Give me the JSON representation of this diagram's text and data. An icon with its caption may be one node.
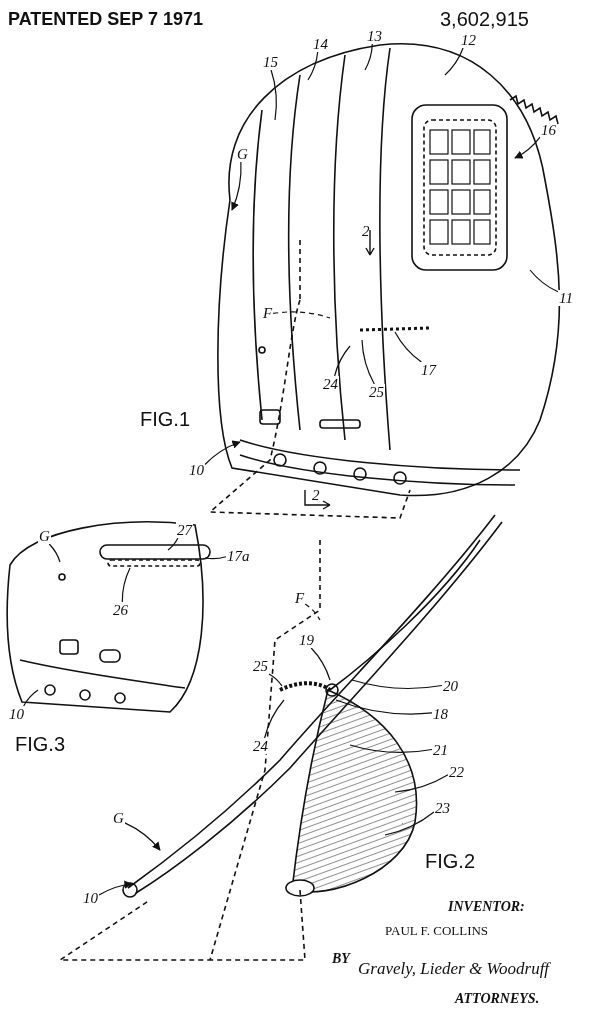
{
  "diagram": {
    "nodes": [
      {
        "text": [
          "G"
        ]
      },
      {
        "text": [
          "15"
        ]
      },
      {
        "text": [
          "14"
        ]
      },
      {
        "text": [
          "13"
        ]
      },
      {
        "text": [
          "12"
        ]
      },
      {
        "text": [
          "16"
        ]
      },
      {
        "text": [
          "11"
        ]
      },
      {
        "text": [
          "F"
        ]
      },
      {
        "text": [
          "17"
        ]
      },
      {
        "text": [
          "24"
        ]
      },
      {
        "text": [
          "25"
        ]
      },
      {
        "text": [
          "10"
        ]
      },
      {
        "text": [
          "G"
        ]
      },
      {
        "text": [
          "27"
        ]
      },
      {
        "text": [
          "17a"
        ]
      },
      {
        "text": [
          "26"
        ]
      },
      {
        "text": [
          "10"
        ]
      },
      {
        "text": [
          "F"
        ]
      },
      {
        "text": [
          "19"
        ]
      },
      {
        "text": [
          "25"
        ]
      },
      {
        "text": [
          "20"
        ]
      },
      {
        "text": [
          "18"
        ]
      },
      {
        "text": [
          "24"
        ]
      },
      {
        "text": [
          "21"
        ]
      },
      {
        "text": [
          "22"
        ]
      },
      {
        "text": [
          "23"
        ]
      },
      {
        "text": [
          "G"
        ]
      },
      {
        "text": [
          "10"
        ]
      }
    ],
    "edges": [
      {
        "from": 0,
        "to": null,
        "arrow": "to"
      },
      {
        "from": 1,
        "to": null,
        "arrow": "none"
      },
      {
        "from": 2,
        "to": null,
        "arrow": "none"
      },
      {
        "from": 3,
        "to": null,
        "arrow": "none"
      },
      {
        "from": 4,
        "to": null,
        "arrow": "none"
      },
      {
        "from": 5,
        "to": null,
        "arrow": "to"
      },
      {
        "from": 6,
        "to": null,
        "arrow": "none"
      },
      {
        "from": 7,
        "to": null,
        "arrow": "none",
        "style": "dashed"
      },
      {
        "from": 8,
        "to": null,
        "arrow": "none"
      },
      {
        "from": 9,
        "to": null,
        "arrow": "none"
      },
      {
        "from": 10,
        "to": null,
        "arrow": "none"
      },
      {
        "from": 11,
        "to": null,
        "arrow": "to"
      },
      {
        "from": 12,
        "to": null,
        "arrow": "none"
      },
      {
        "from": 13,
        "to": null,
        "arrow": "none"
      },
      {
        "from": 14,
        "to": null,
        "arrow": "none"
      },
      {
        "from": 15,
        "to": null,
        "arrow": "none"
      },
      {
        "from": 16,
        "to": null,
        "arrow": "none"
      },
      {
        "from": 17,
        "to": null,
        "arrow": "none",
        "style": "dashed"
      },
      {
        "from": 18,
        "to": null,
        "arrow": "none"
      },
      {
        "from": 19,
        "to": null,
        "arrow": "none"
      },
      {
        "from": 20,
        "to": null,
        "arrow": "none"
      },
      {
        "from": 21,
        "to": null,
        "arrow": "none"
      },
      {
        "from": 22,
        "to": null,
        "arrow": "none"
      },
      {
        "from": 23,
        "to": null,
        "arrow": "none"
      },
      {
        "from": 24,
        "to": null,
        "arrow": "none"
      },
      {
        "from": 25,
        "to": null,
        "arrow": "none"
      },
      {
        "from": 26,
        "to": null,
        "arrow": "to"
      },
      {
        "from": 27,
        "to": null,
        "arrow": "to"
      }
    ],
    "labels": [
      "PATENTED SEP 7 1971",
      "3,602,915",
      "2",
      "2",
      "FIG.1",
      "FIG.3",
      "FIG.2",
      "INVENTOR:",
      "PAUL F. COLLINS",
      "BY",
      "Gravely, Lieder & Woodruff",
      "ATTORNEYS."
    ]
  }
}
